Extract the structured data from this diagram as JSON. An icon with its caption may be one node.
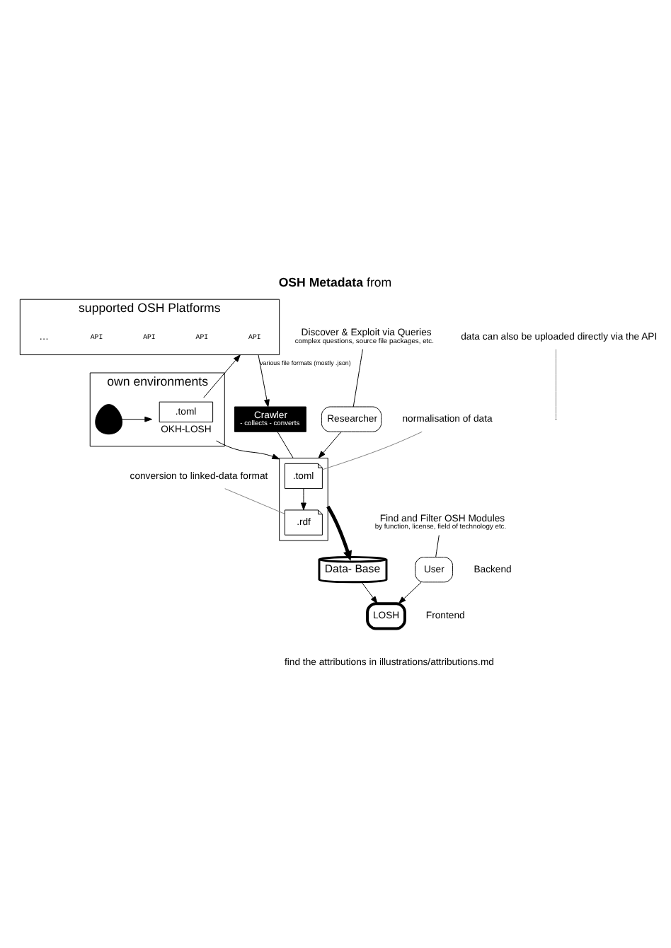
{
  "diagram": {
    "title": "**OSH Metadata** from",
    "nodes": [
      {
        "text": [
          "own environments"
        ]
      },
      {
        "text": [],
        "shape": "person",
        "in": 0
      },
      {
        "text": [
          ".toml"
        ],
        "beside": [
          "OKH-LOSH"
        ],
        "in": 0
      },
      {
        "text": [
          "supported OSH Platforms"
        ]
      },
      {
        "text": [
          "API"
        ],
        "in": 3
      },
      {
        "text": [
          "API"
        ],
        "in": 3
      },
      {
        "text": [
          "API"
        ],
        "in": 3
      },
      {
        "text": [
          "API"
        ],
        "in": 3
      },
      {
        "text": [
          "…"
        ],
        "in": 3
      },
      {
        "text": [
          "Crawler",
          "- collects - converts"
        ]
      },
      {
        "text": [],
        "shape": "box"
      },
      {
        "text": [
          ".toml"
        ],
        "in": 10
      },
      {
        "text": [
          ".rdf"
        ],
        "in": 10
      },
      {
        "text": [
          "Data- Base"
        ]
      },
      {
        "text": [
          "LOSH"
        ]
      },
      {
        "text": [
          "Researcher"
        ]
      },
      {
        "text": [
          "Discover & Exploit via Queries",
          "complex questions, source file packages, etc."
        ]
      },
      {
        "text": [
          "User"
        ]
      },
      {
        "text": [
          "Find and Filter OSH Modules",
          "by function, license, field of technology etc."
        ]
      },
      {
        "text": [
          "data can also be uploaded directly via the API"
        ]
      },
      {
        "text": [
          "normalisation of data"
        ]
      },
      {
        "text": [
          "conversion to linked-data format"
        ]
      }
    ],
    "edges": [
      {
        "from": 1,
        "to": 2,
        "arrow": "to"
      },
      {
        "from": 2,
        "to": 3,
        "arrow": "to"
      },
      {
        "from": 3,
        "to": 9,
        "arrow": "to",
        "label": "various file formats (mostly .json)"
      },
      {
        "from": 2,
        "to": 10,
        "arrow": "to"
      },
      {
        "from": 9,
        "to": 10,
        "arrow": "none"
      },
      {
        "from": 11,
        "to": 12,
        "arrow": "to"
      },
      {
        "from": 10,
        "to": 13,
        "arrow": "to",
        "style": "thick"
      },
      {
        "from": 13,
        "to": 14,
        "arrow": "to"
      },
      {
        "from": 16,
        "to": 15,
        "arrow": "none"
      },
      {
        "from": 15,
        "to": 10,
        "arrow": "to"
      },
      {
        "from": 18,
        "to": 17,
        "arrow": "none"
      },
      {
        "from": 17,
        "to": 14,
        "arrow": "to"
      },
      {
        "from": 19,
        "to": null,
        "arrow": "none",
        "color": "#808080"
      },
      {
        "from": 20,
        "to": 11,
        "arrow": "none",
        "color": "#808080"
      },
      {
        "from": 21,
        "to": 12,
        "arrow": "none",
        "color": "#808080"
      }
    ],
    "labels": [
      "Backend",
      "Frontend",
      "find the attributions in illustrations/attributions.md"
    ]
  }
}
